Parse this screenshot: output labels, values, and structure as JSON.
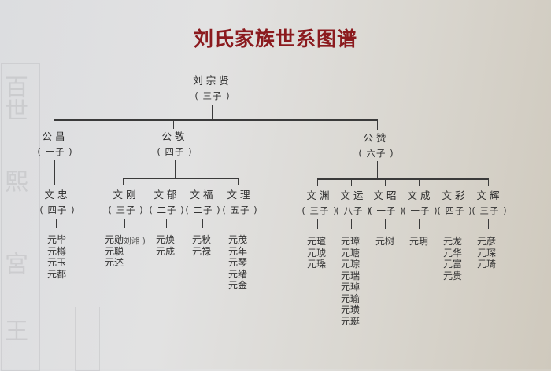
{
  "title": "刘氏家族世系图谱",
  "colors": {
    "title": "#8b1a1e",
    "lines": "#3a3a3a",
    "text": "#2c2c2c"
  },
  "root": {
    "name": "刘宗贤",
    "count": "( 三子 )"
  },
  "generation1": [
    {
      "name": "公昌",
      "count": "( 一子 )"
    },
    {
      "name": "公敬",
      "count": "( 四子 )"
    },
    {
      "name": "公赞",
      "count": "( 六子 )"
    }
  ],
  "generation2": [
    {
      "parent": "公昌",
      "name": "文忠",
      "count": "( 四子 )",
      "children": [
        "元毕",
        "元樽",
        "元玉",
        "元都"
      ]
    },
    {
      "parent": "公敬",
      "name": "文刚",
      "count": "( 三子 )",
      "children": [
        "元勋",
        "元聪",
        "元述"
      ],
      "note": "( 刘湘 )"
    },
    {
      "parent": "公敬",
      "name": "文郁",
      "count": "( 二子 )",
      "children": [
        "元焕",
        "元成"
      ]
    },
    {
      "parent": "公敬",
      "name": "文福",
      "count": "( 二子 )",
      "children": [
        "元秋",
        "元禄"
      ]
    },
    {
      "parent": "公敬",
      "name": "文理",
      "count": "( 五子 )",
      "children": [
        "元茂",
        "元年",
        "元琴",
        "元绪",
        "元金"
      ]
    },
    {
      "parent": "公赞",
      "name": "文渊",
      "count": "( 三子 )",
      "children": [
        "元瑄",
        "元琥",
        "元璪"
      ]
    },
    {
      "parent": "公赞",
      "name": "文运",
      "count": "( 八子 )",
      "children": [
        "元璋",
        "元瑭",
        "元琮",
        "元瑞",
        "元琸",
        "元瑜",
        "元璜",
        "元珽"
      ]
    },
    {
      "parent": "公赞",
      "name": "文昭",
      "count": "( 一子 )",
      "children": [
        "元树"
      ]
    },
    {
      "parent": "公赞",
      "name": "文成",
      "count": "( 一子 )",
      "children": [
        "元玥"
      ]
    },
    {
      "parent": "公赞",
      "name": "文彩",
      "count": "( 四子 )",
      "children": [
        "元龙",
        "元华",
        "元富",
        "元贵"
      ]
    },
    {
      "parent": "公赞",
      "name": "文辉",
      "count": "( 三子 )",
      "children": [
        "元彦",
        "元琛",
        "元琦"
      ]
    }
  ]
}
